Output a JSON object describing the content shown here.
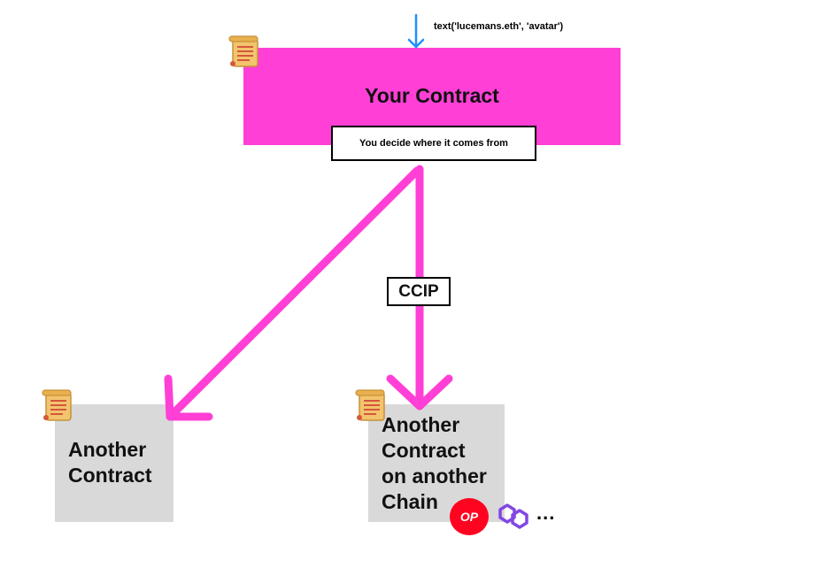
{
  "top_call": {
    "label": "text('lucemans.eth', 'avatar')",
    "icon": "arrow-down-icon",
    "color": "#1e90ff"
  },
  "main_contract": {
    "title": "Your Contract",
    "subtitle": "You decide where it comes from",
    "icon": "scroll-icon",
    "color": "#ff3fd6"
  },
  "bridge": {
    "label": "CCIP",
    "arrow_color": "#ff3fd6"
  },
  "left_target": {
    "lines": [
      "Another",
      "Contract"
    ],
    "icon": "scroll-icon",
    "color": "#d9d9d9"
  },
  "right_target": {
    "lines": [
      "Another",
      "Contract",
      "on another",
      "Chain"
    ],
    "icon": "scroll-icon",
    "color": "#d9d9d9"
  },
  "chains": {
    "optimism_label": "OP",
    "optimism_color": "#ff0420",
    "polygon_icon": "polygon-icon",
    "polygon_color": "#8247e5",
    "more": "..."
  }
}
